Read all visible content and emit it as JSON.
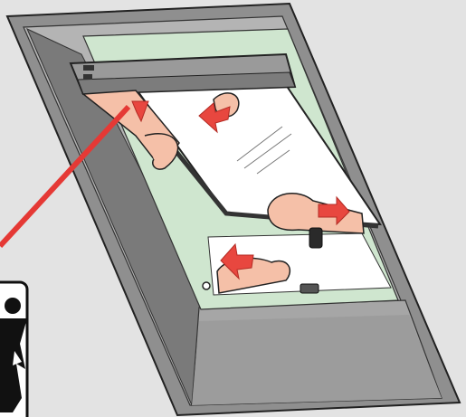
{
  "diagram": {
    "kind": "roof-window-installation-illustration",
    "background_color": "#e3e3e3",
    "colors": {
      "outer_frame": "#8f8f8f",
      "frame_dark": "#6f6f6f",
      "frame_light": "#b9b9b9",
      "sash_green": "#cfe6cf",
      "glass": "#ffffff",
      "tape": "#f5c0a8",
      "tape_outline": "#222222",
      "arrow": "#e8473f",
      "pointer_line": "#e53935",
      "icon_border": "#111111"
    },
    "icons": {
      "person_icon": "person-silhouette-icon",
      "arrows": [
        "arrow-top",
        "arrow-upper-left",
        "arrow-right",
        "arrow-lower-left"
      ]
    }
  }
}
